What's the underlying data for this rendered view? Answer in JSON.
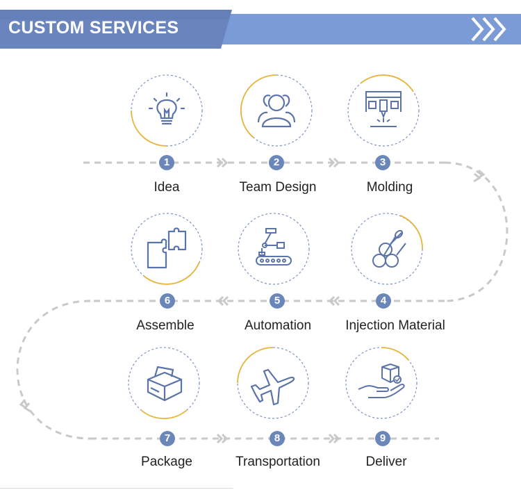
{
  "header": {
    "title": "CUSTOM SERVICES"
  },
  "colors": {
    "accent": "#6b86b8",
    "banner_light": "#7b9bd6",
    "gold": "#e6b53a",
    "dashed_ring": "#7c93c4",
    "path": "#c9c9c9",
    "icon": "#5a73a8"
  },
  "steps": [
    {
      "number": "1",
      "label": "Idea",
      "icon": "lightbulb-icon"
    },
    {
      "number": "2",
      "label": "Team Design",
      "icon": "team-icon"
    },
    {
      "number": "3",
      "label": "Molding",
      "icon": "molding-machine-icon"
    },
    {
      "number": "4",
      "label": "Injection Material",
      "icon": "material-rolls-icon"
    },
    {
      "number": "5",
      "label": "Automation",
      "icon": "robot-arm-icon"
    },
    {
      "number": "6",
      "label": "Assemble",
      "icon": "puzzle-icon"
    },
    {
      "number": "7",
      "label": "Package",
      "icon": "box-icon"
    },
    {
      "number": "8",
      "label": "Transportation",
      "icon": "airplane-icon"
    },
    {
      "number": "9",
      "label": "Deliver",
      "icon": "delivery-hand-icon"
    }
  ]
}
